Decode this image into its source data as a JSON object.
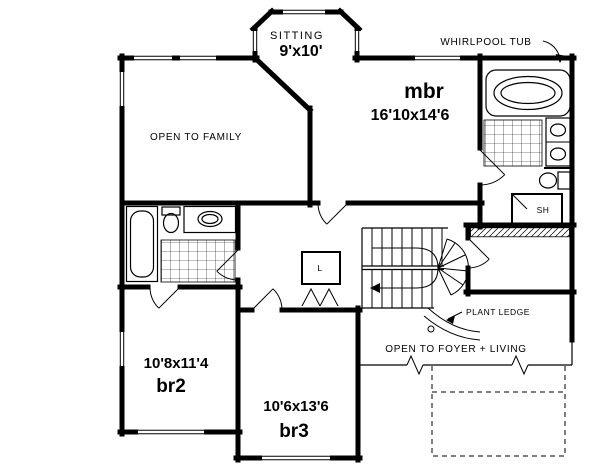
{
  "plan": {
    "rooms": {
      "sitting": {
        "name": "SITTING",
        "dims": "9'x10'"
      },
      "mbr": {
        "name": "mbr",
        "dims": "16'10x14'6"
      },
      "br2": {
        "name": "br2",
        "dims": "10'8x11'4"
      },
      "br3": {
        "name": "br3",
        "dims": "10'6x13'6"
      }
    },
    "annotations": {
      "whirlpool": "WHIRLPOOL TUB",
      "open_family": "OPEN TO FAMILY",
      "open_foyer": "OPEN TO FOYER + LIVING",
      "plant_ledge": "PLANT LEDGE",
      "shower": "SH",
      "linen": "L"
    },
    "colors": {
      "ink": "#000000",
      "paper": "#ffffff"
    }
  }
}
